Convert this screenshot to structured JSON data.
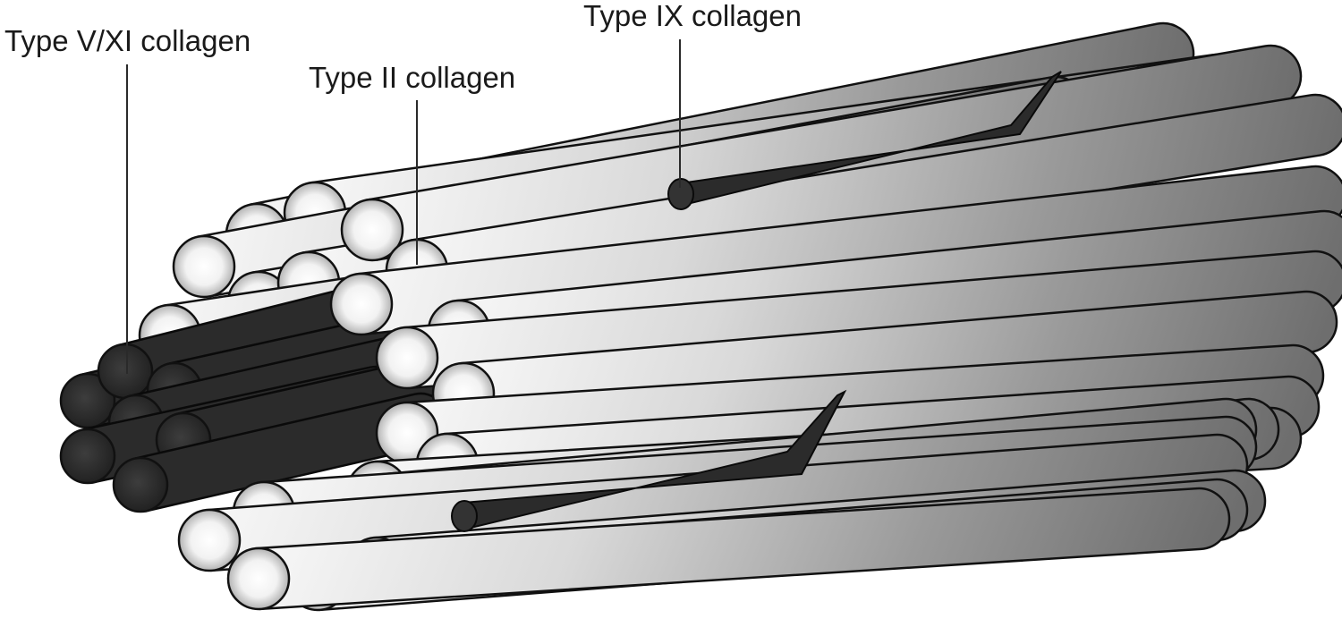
{
  "labels": {
    "type_v_xi": "Type V/XI collagen",
    "type_ii": "Type II collagen",
    "type_ix": "Type IX collagen"
  },
  "colors": {
    "type_ii_fibril": "#bdbdbd",
    "type_ii_highlight": "#ffffff",
    "type_v_xi_fibril": "#2b2b2b",
    "type_ix_chain": "#2b2b2b",
    "outline": "#111111"
  }
}
